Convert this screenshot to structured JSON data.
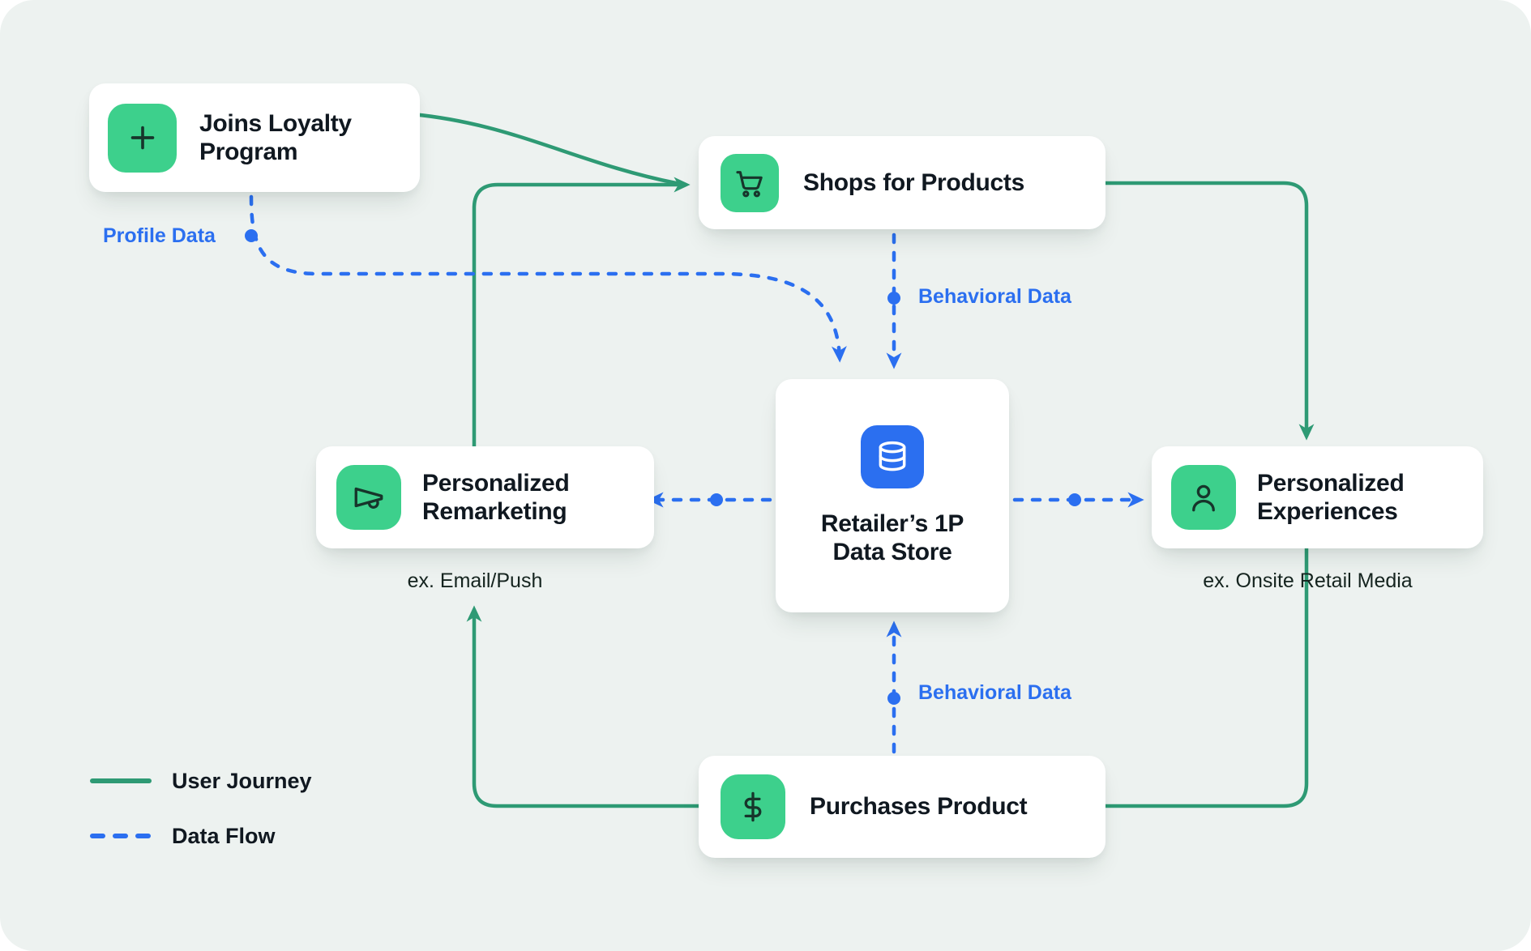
{
  "diagram": {
    "nodes": {
      "loyalty": {
        "label": "Joins Loyalty Program",
        "icon": "plus-icon"
      },
      "shops": {
        "label": "Shops for Products",
        "icon": "cart-icon"
      },
      "datastore": {
        "label": "Retailer’s 1P Data Store",
        "icon": "database-icon"
      },
      "remarketing": {
        "label": "Personalized Remarketing",
        "icon": "megaphone-icon",
        "caption": "ex. Email/Push"
      },
      "experiences": {
        "label": "Personalized Experiences",
        "icon": "person-icon",
        "caption": "ex. Onsite Retail Media"
      },
      "purchases": {
        "label": "Purchases Product",
        "icon": "dollar-icon"
      }
    },
    "flow_labels": {
      "profile_data": "Profile Data",
      "behavioral_data_top": "Behavioral Data",
      "behavioral_data_bottom": "Behavioral Data"
    },
    "legend": {
      "user_journey": "User Journey",
      "data_flow": "Data Flow"
    },
    "colors": {
      "green": "#2E9A74",
      "green_tile": "#3DD08C",
      "blue": "#2B6FF0",
      "glyph_dark": "#17352B",
      "card": "#FFFFFF",
      "background": "#EDF2F0",
      "text": "#101820"
    }
  }
}
